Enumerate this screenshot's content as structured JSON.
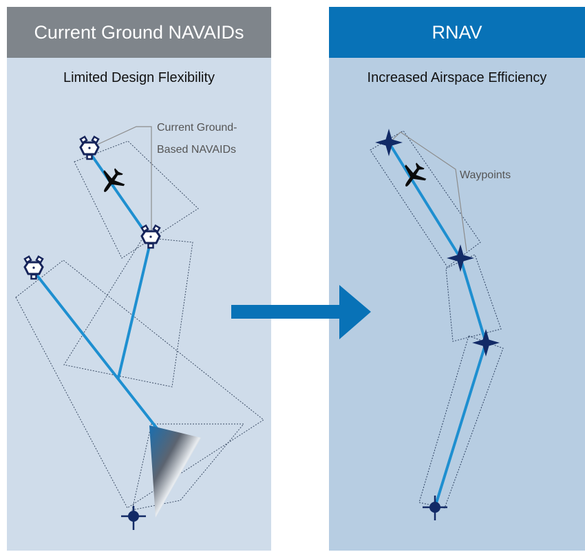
{
  "left": {
    "header": "Current Ground NAVAIDs",
    "subtitle": "Limited Design Flexibility",
    "callout_line1": "Current Ground-",
    "callout_line2": "Based NAVAIDs"
  },
  "right": {
    "header": "RNAV",
    "subtitle": "Increased Airspace Efficiency",
    "callout": "Waypoints"
  },
  "colors": {
    "left_header_bg": "#7f858b",
    "right_header_bg": "#0872b7",
    "left_panel_bg": "#cfdcea",
    "right_panel_bg": "#b7cde2",
    "route_line": "#1e8fd0",
    "arrow": "#0872b7",
    "navaid_dark": "#16245a"
  },
  "icons": [
    "navaid-icon",
    "airplane-icon",
    "waypoint-star-icon",
    "runway-crosshair-icon",
    "transition-arrow-icon"
  ]
}
